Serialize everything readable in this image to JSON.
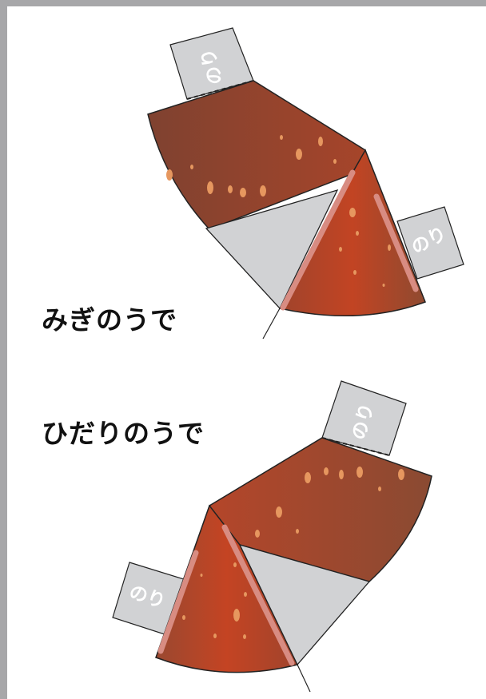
{
  "labels": {
    "right_arm": "みぎのうで",
    "left_arm": "ひだりのうで",
    "glue_tab": "のり"
  },
  "colors": {
    "frame": "#a7a7a9",
    "upper_arm_fill": "#8f4a30",
    "forearm_fill": "#b94426",
    "spot": "#e6975f",
    "fold_band": "#d88c82",
    "tab_fill": "#d1d2d4",
    "cut_out_fill": "#d1d2d4",
    "outline": "#222222",
    "text": "#111111"
  }
}
